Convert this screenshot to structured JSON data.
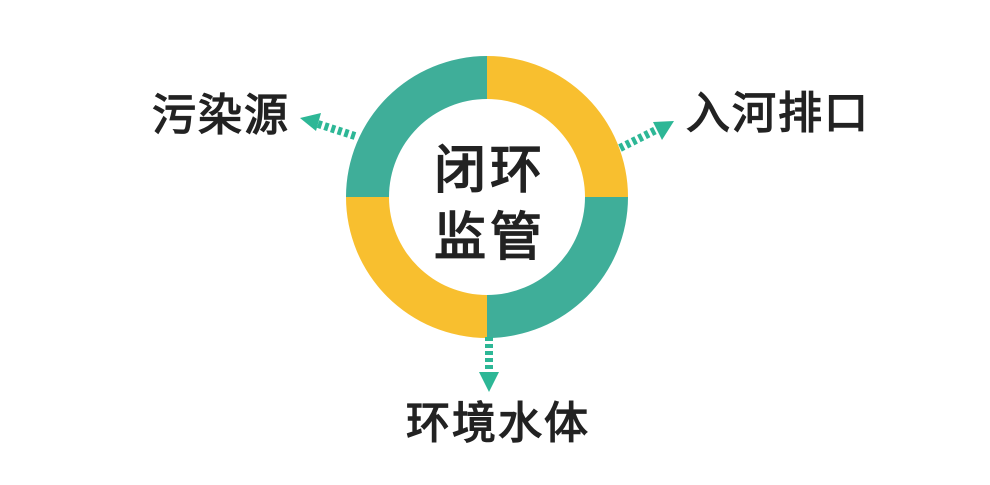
{
  "center": {
    "line1": "闭环",
    "line2": "监管"
  },
  "nodes": {
    "pollution_source": "污染源",
    "river_outfall": "入河排口",
    "environment_water": "环境水体"
  },
  "colors": {
    "teal": "#3FAE99",
    "yellow": "#F8BF2F",
    "arrow": "#2DB796",
    "text": "#222222"
  }
}
